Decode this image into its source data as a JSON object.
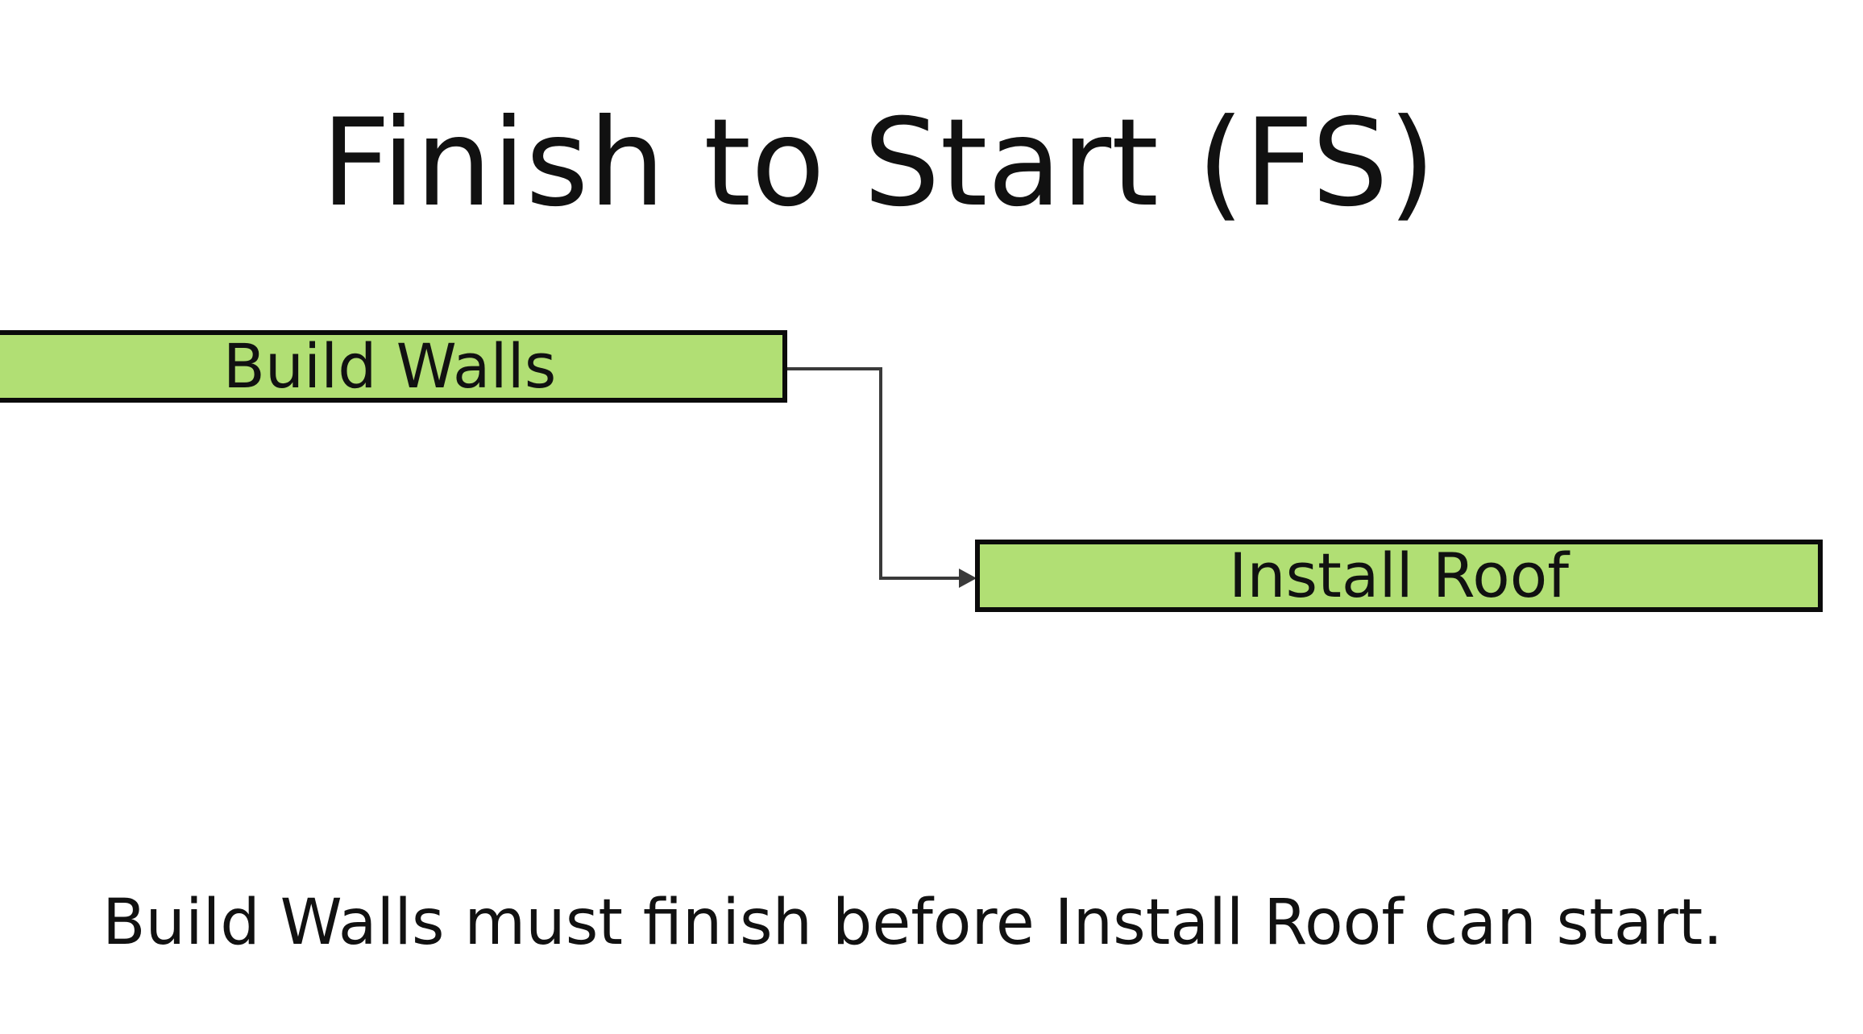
{
  "slide": {
    "title": "Finish to Start (FS)",
    "caption": "Build Walls must finish before Install Roof can start."
  },
  "diagram": {
    "predecessor": {
      "label": "Build Walls",
      "color": "#b1df74"
    },
    "successor": {
      "label": "Install Roof",
      "color": "#b1df74"
    },
    "dependency_type": "finish-to-start",
    "connector_color": "#3a3a3a"
  }
}
